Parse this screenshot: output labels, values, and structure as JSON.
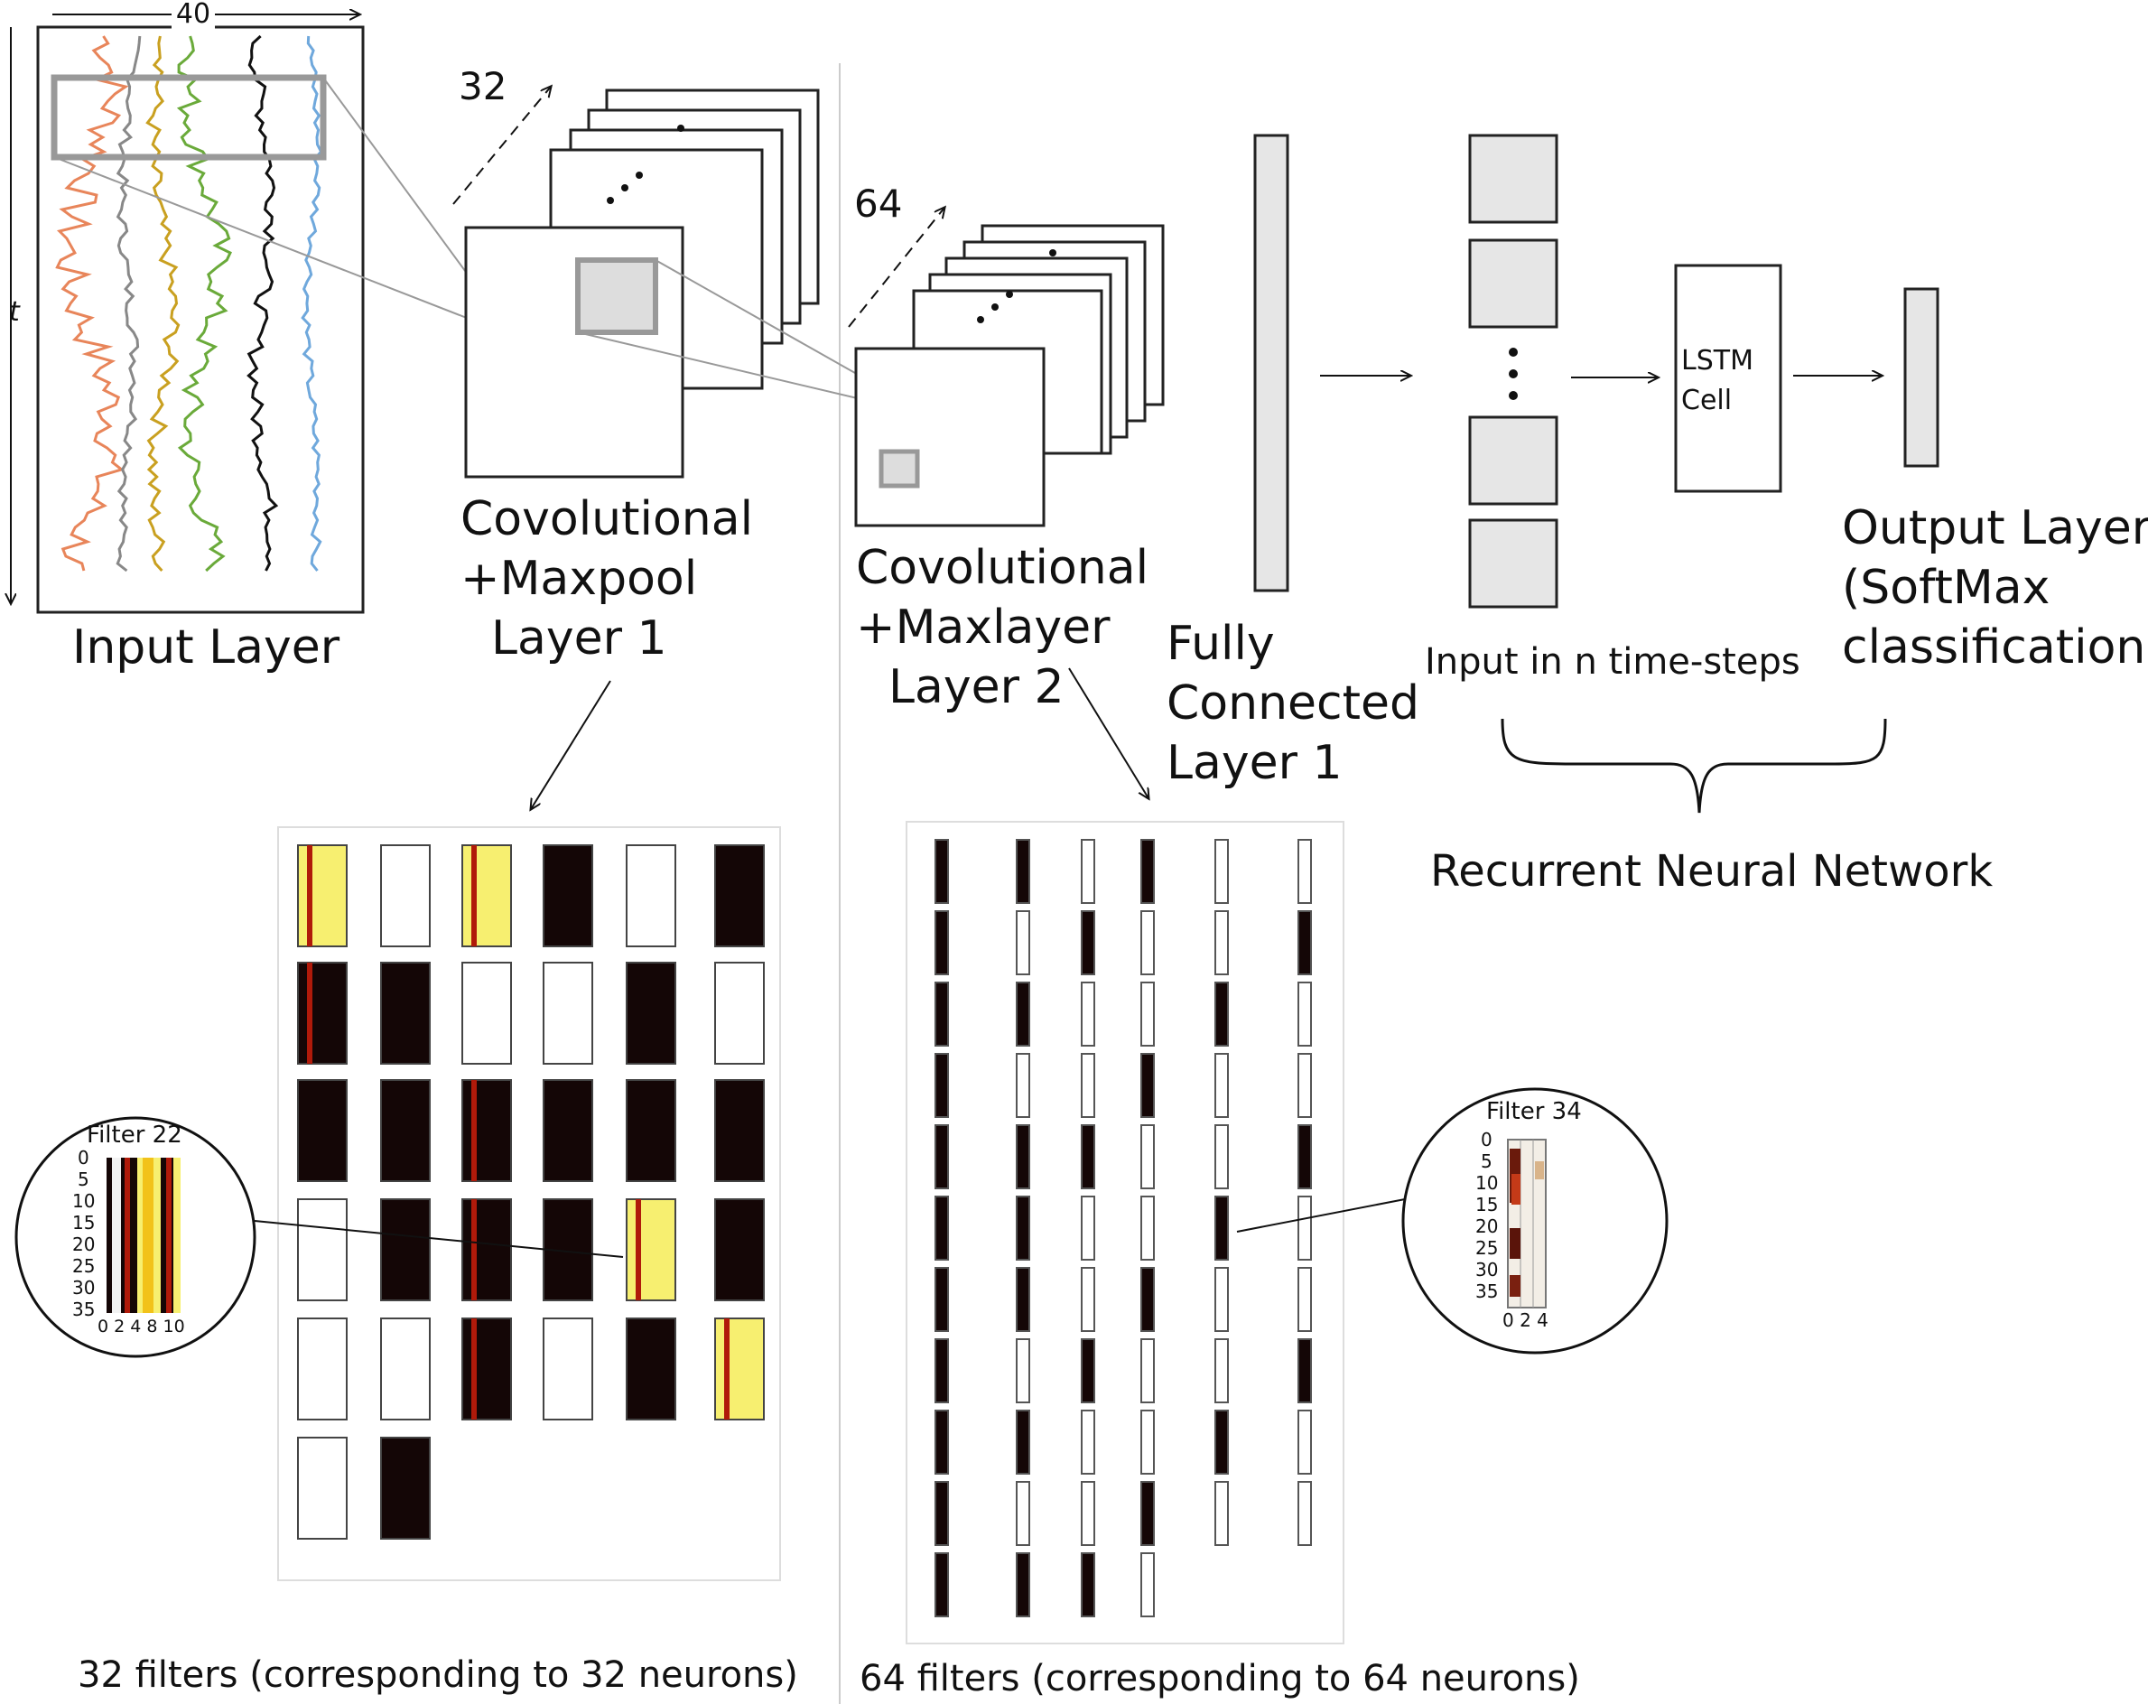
{
  "input": {
    "label": "Input Layer",
    "width_label": "40",
    "time_label": "t",
    "series_colors": [
      "#e8855a",
      "#888888",
      "#c9a020",
      "#6aaa3a",
      "#111111",
      "#6fa8dc"
    ]
  },
  "conv1": {
    "count": "32",
    "label_lines": [
      "Covolutional",
      "+Maxpool",
      "Layer 1"
    ],
    "caption": "32 filters (corresponding to 32 neurons)",
    "zoom_title": "Filter 22",
    "zoom_yticks": [
      "0",
      "5",
      "10",
      "15",
      "20",
      "25",
      "30",
      "35"
    ],
    "zoom_xticks": "0 2 4 8 10"
  },
  "conv2": {
    "count": "64",
    "label_lines": [
      "Covolutional",
      "+Maxlayer",
      "Layer 2"
    ],
    "caption": "64 filters (corresponding to 64 neurons)",
    "zoom_title": "Filter 34",
    "zoom_yticks": [
      "0",
      "5",
      "10",
      "15",
      "20",
      "25",
      "30",
      "35"
    ],
    "zoom_xticks": "0 2 4"
  },
  "fc": {
    "label_lines": [
      "Fully",
      "Connected",
      "Layer 1"
    ]
  },
  "rnn": {
    "timesteps_label": "Input in n time-steps",
    "cell_lines": [
      "LSTM",
      "Cell"
    ],
    "group_label": "Recurrent Neural Network"
  },
  "output": {
    "label_lines": [
      "Output Layer",
      "(SoftMax",
      "classification)"
    ]
  },
  "colors": {
    "box_fill": "#e6e6e6",
    "box_stroke": "#222222",
    "heat_dark": "#140606",
    "heat_red": "#b01a0a",
    "heat_yellow": "#f7ef70"
  }
}
